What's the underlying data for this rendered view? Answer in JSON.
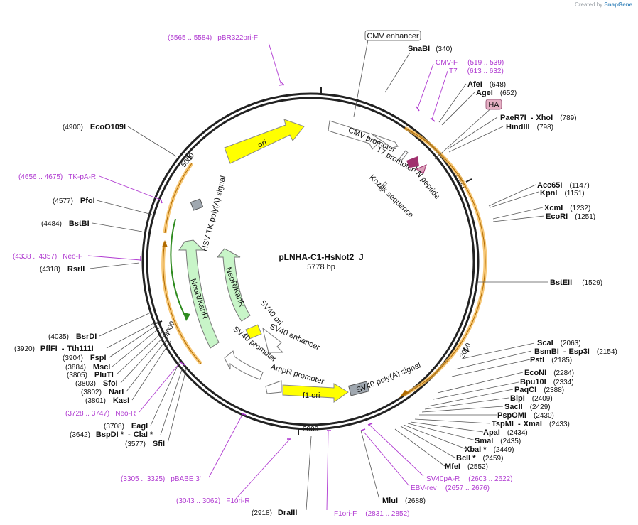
{
  "attribution": {
    "prefix": "Created by",
    "brand": "SnapGene"
  },
  "plasmid": {
    "name": "pLNHA-C1-HsNot2_J",
    "length": "5778 bp"
  },
  "ticks": [
    "1000",
    "2000",
    "3000",
    "4000",
    "5000"
  ],
  "enzymes_right": [
    {
      "name": "SnaBI",
      "pos": "(340)"
    },
    {
      "name": "AfeI",
      "pos": "(648)"
    },
    {
      "name": "AgeI",
      "pos": "(652)"
    },
    {
      "name": "PaeR7I",
      "sep": "-",
      "name2": "XhoI",
      "pos": "(789)"
    },
    {
      "name": "HindIII",
      "pos": "(798)"
    },
    {
      "name": "Acc65I",
      "pos": "(1147)"
    },
    {
      "name": "KpnI",
      "pos": "(1151)"
    },
    {
      "name": "XcmI",
      "pos": "(1232)"
    },
    {
      "name": "EcoRI",
      "pos": "(1251)"
    },
    {
      "name": "BstEII",
      "pos": "(1529)"
    },
    {
      "name": "ScaI",
      "pos": "(2063)"
    },
    {
      "name": "BsmBI",
      "sep": "-",
      "name2": "Esp3I",
      "pos": "(2154)"
    },
    {
      "name": "PstI",
      "pos": "(2185)"
    },
    {
      "name": "EcoNI",
      "pos": "(2284)"
    },
    {
      "name": "Bpu10I",
      "pos": "(2334)"
    },
    {
      "name": "PaqCI",
      "pos": "(2388)"
    },
    {
      "name": "BlpI",
      "pos": "(2409)"
    },
    {
      "name": "SacII",
      "pos": "(2429)"
    },
    {
      "name": "PspOMI",
      "pos": "(2430)"
    },
    {
      "name": "TspMI",
      "sep": "-",
      "name2": "XmaI",
      "pos": "(2433)"
    },
    {
      "name": "ApaI",
      "pos": "(2434)"
    },
    {
      "name": "SmaI",
      "pos": "(2435)"
    },
    {
      "name": "XbaI *",
      "pos": "(2449)"
    },
    {
      "name": "BclI *",
      "pos": "(2459)"
    },
    {
      "name": "MfeI",
      "pos": "(2552)"
    },
    {
      "name": "MluI",
      "pos": "(2688)"
    },
    {
      "name": "DraIII",
      "pos": "(2918)"
    }
  ],
  "enzymes_left": [
    {
      "name": "EcoO109I",
      "pos": "(4900)"
    },
    {
      "name": "PfoI",
      "pos": "(4577)"
    },
    {
      "name": "BstBI",
      "pos": "(4484)"
    },
    {
      "name": "RsrII",
      "pos": "(4318)"
    },
    {
      "name": "BsrDI",
      "pos": "(4035)"
    },
    {
      "name": "PflFI",
      "sep": "-",
      "name2": "Tth111I",
      "pos": "(3920)"
    },
    {
      "name": "FspI",
      "pos": "(3904)"
    },
    {
      "name": "MscI",
      "pos": "(3884)"
    },
    {
      "name": "PluTI",
      "pos": "(3805)"
    },
    {
      "name": "SfoI",
      "pos": "(3803)"
    },
    {
      "name": "NarI",
      "pos": "(3802)"
    },
    {
      "name": "KasI",
      "pos": "(3801)"
    },
    {
      "name": "EagI",
      "pos": "(3708)"
    },
    {
      "name": "BspDI *",
      "sep": "-",
      "name2": "ClaI *",
      "pos": "(3642)"
    },
    {
      "name": "SfiI",
      "pos": "(3577)"
    }
  ],
  "primers": [
    {
      "name": "pBR322ori-F",
      "range": "(5565 .. 5584)"
    },
    {
      "name": "CMV-F",
      "range": "(519 .. 539)"
    },
    {
      "name": "T7",
      "range": "(613 .. 632)"
    },
    {
      "name": "TK-pA-R",
      "range": "(4656 .. 4675)"
    },
    {
      "name": "Neo-F",
      "range": "(4338 .. 4357)"
    },
    {
      "name": "Neo-R",
      "range": "(3728 .. 3747)"
    },
    {
      "name": "pBABE 3'",
      "range": "(3305 .. 3325)"
    },
    {
      "name": "F1ori-R",
      "range": "(3043 .. 3062)"
    },
    {
      "name": "F1ori-F",
      "range": "(2831 .. 2852)"
    },
    {
      "name": "SV40pA-R",
      "range": "(2603 .. 2622)"
    },
    {
      "name": "EBV-rev",
      "range": "(2657 .. 2676)"
    }
  ],
  "features": {
    "cmv_enhancer": "CMV enhancer",
    "ha": "HA",
    "cmv_promoter": "CMV promoter",
    "t7_promoter": "T7 promoter",
    "lambda_n": "λ N peptide",
    "kozak": "Kozak sequence",
    "ori": "ori",
    "hsv_tk": "HSV TK poly(A) signal",
    "neor_outer": "NeoR/KanR",
    "neor_inner": "NeoR/KanR",
    "sv40_ori": "SV40 ori",
    "sv40_enhancer": "SV40 enhancer",
    "sv40_promoter": "SV40 promoter",
    "ampr_promoter": "AmpR promoter",
    "f1_ori": "f1 ori",
    "sv40_polya": "SV40 poly(A) signal"
  }
}
